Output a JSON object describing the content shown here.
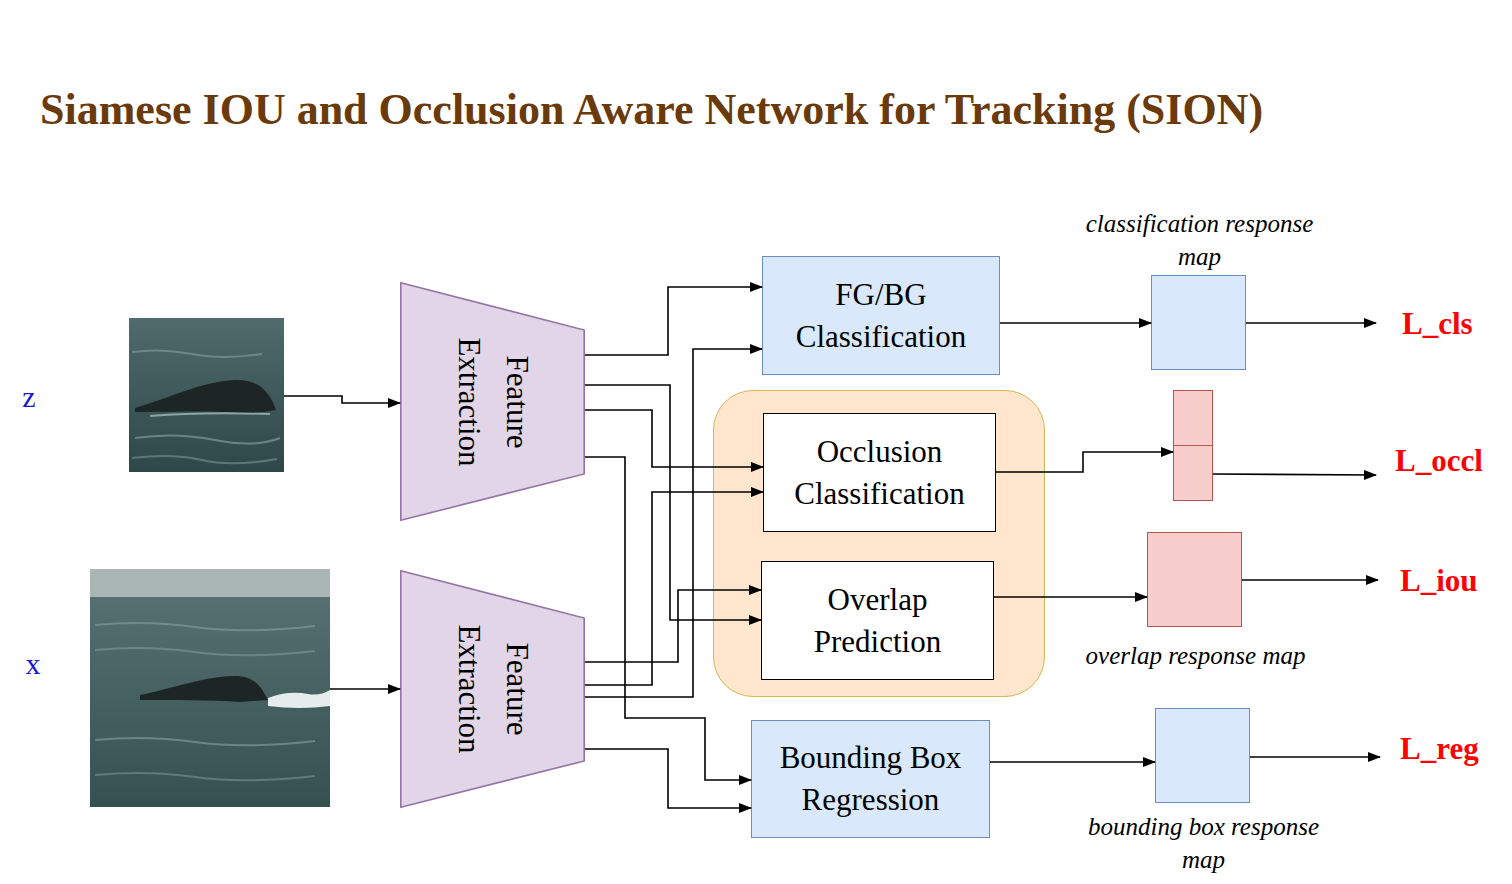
{
  "diagram": {
    "title": "Siamese IOU and Occlusion Aware Network for Tracking (SION)",
    "nodes": [
      {
        "text": [
          "z"
        ]
      },
      {
        "text": [
          "Feature Extraction"
        ]
      },
      {
        "text": [
          "FG/BG Classification"
        ]
      },
      {
        "text": []
      },
      {
        "text": [
          "Occlusion Classification"
        ],
        "in": 3
      },
      {
        "text": [
          "Overlap Prediction"
        ],
        "in": 3
      },
      {
        "text": [
          "classification response map"
        ]
      },
      {
        "text": []
      },
      {
        "text": [
          "overlap response map"
        ]
      },
      {
        "text": [
          "x"
        ]
      },
      {
        "text": [
          "Feature Extraction"
        ]
      },
      {
        "text": [
          "Bounding Box Regression"
        ]
      },
      {
        "text": [
          "bounding box response map"
        ]
      }
    ],
    "edges": [
      {
        "from": 0,
        "to": 1,
        "arrow": "to"
      },
      {
        "from": 9,
        "to": 10,
        "arrow": "to"
      },
      {
        "from": 1,
        "to": 2,
        "arrow": "to"
      },
      {
        "from": 1,
        "to": 5,
        "arrow": "to"
      },
      {
        "from": 1,
        "to": 4,
        "arrow": "to"
      },
      {
        "from": 1,
        "to": 11,
        "arrow": "to"
      },
      {
        "from": 10,
        "to": 5,
        "arrow": "to"
      },
      {
        "from": 10,
        "to": 4,
        "arrow": "to"
      },
      {
        "from": 10,
        "to": 2,
        "arrow": "to"
      },
      {
        "from": 10,
        "to": 11,
        "arrow": "to"
      },
      {
        "from": 2,
        "to": 6,
        "arrow": "to"
      },
      {
        "from": 4,
        "to": 7,
        "arrow": "to"
      },
      {
        "from": 5,
        "to": 8,
        "arrow": "to"
      },
      {
        "from": 11,
        "to": 12,
        "arrow": "to"
      }
    ],
    "labels": [
      "L_cls",
      "L_occl",
      "L_iou",
      "L_reg"
    ]
  }
}
